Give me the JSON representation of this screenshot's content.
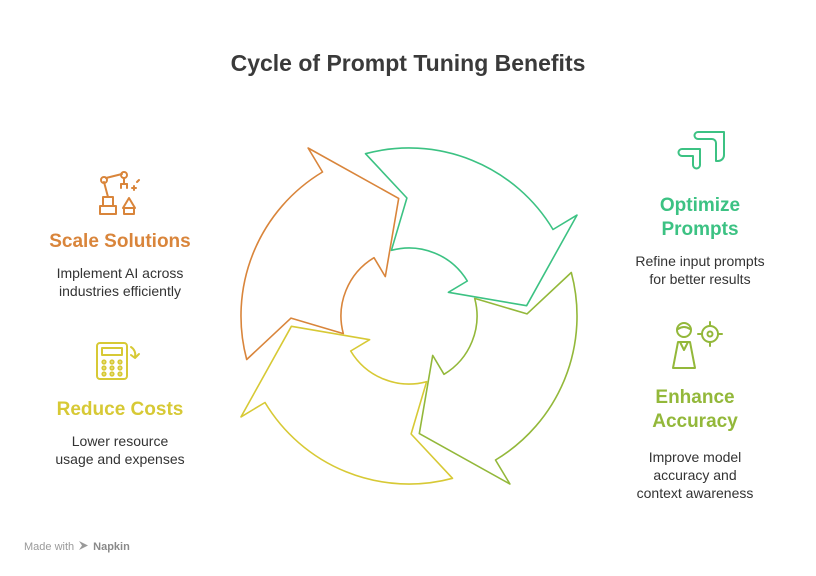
{
  "title": "Cycle of Prompt Tuning Benefits",
  "colors": {
    "orange": "#D9853B",
    "green": "#3CC283",
    "lime": "#93B83A",
    "yellow": "#D7C935"
  },
  "stages": {
    "scale": {
      "title": "Scale Solutions",
      "description": [
        "Implement AI across",
        "industries efficiently"
      ],
      "icon": "robot-arm-icon"
    },
    "optimize": {
      "title": [
        "Optimize",
        "Prompts"
      ],
      "description": [
        "Refine input prompts",
        "for better results"
      ],
      "icon": "flow-arrows-icon"
    },
    "accuracy": {
      "title": [
        "Enhance",
        "Accuracy"
      ],
      "description": [
        "Improve model",
        "accuracy and",
        "context awareness"
      ],
      "icon": "person-target-icon"
    },
    "costs": {
      "title": "Reduce Costs",
      "description": [
        "Lower resource",
        "usage and expenses"
      ],
      "icon": "calculator-icon"
    }
  },
  "credit": {
    "prefix": "Made with",
    "brand": "Napkin"
  }
}
